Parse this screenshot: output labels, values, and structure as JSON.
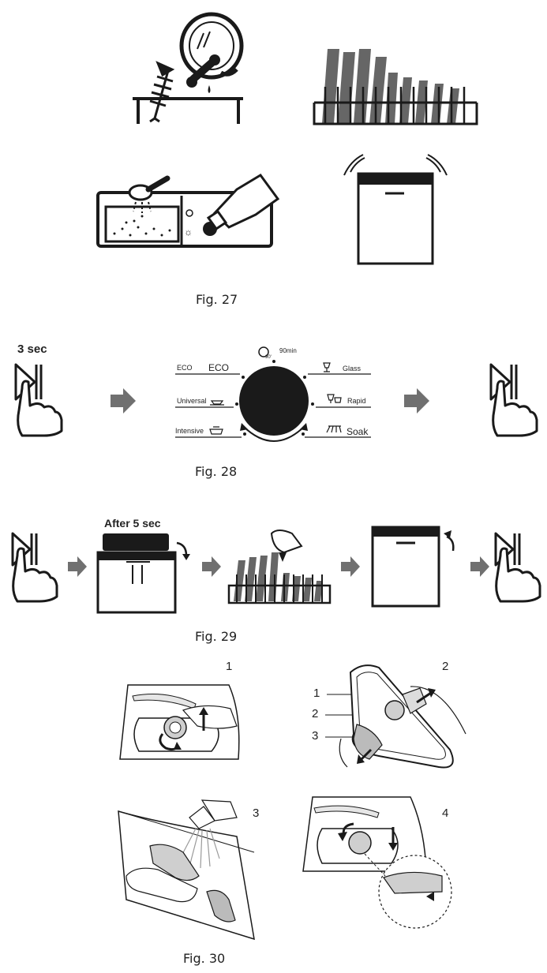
{
  "figures": {
    "fig27": {
      "caption": "Fig. 27"
    },
    "fig28": {
      "caption": "Fig. 28",
      "hold_time": "3 sec",
      "dial": {
        "top": "90min",
        "left": [
          {
            "label": "ECO",
            "symbol": "ECO"
          },
          {
            "label": "Universal"
          },
          {
            "label": "Intensive"
          }
        ],
        "right": [
          {
            "label": "Glass"
          },
          {
            "label": "Rapid"
          },
          {
            "label": "Soak"
          }
        ]
      }
    },
    "fig29": {
      "caption": "Fig. 29",
      "delay": "After 5 sec"
    },
    "fig30": {
      "caption": "Fig. 30",
      "panels": [
        "1",
        "2",
        "3",
        "4"
      ],
      "callouts": [
        "1",
        "2",
        "3"
      ]
    }
  }
}
